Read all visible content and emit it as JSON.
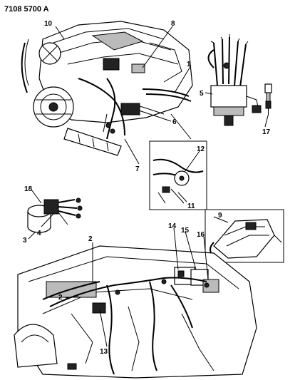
{
  "diagram": {
    "code": "7108 5700 A",
    "callouts": [
      "1",
      "2",
      "2",
      "3",
      "4",
      "5",
      "6",
      "7",
      "8",
      "9",
      "10",
      "11",
      "12",
      "13",
      "14",
      "15",
      "16",
      "17",
      "18"
    ]
  }
}
